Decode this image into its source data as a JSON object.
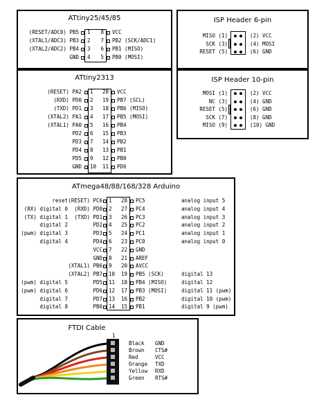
{
  "attiny85": {
    "title": "ATtiny25/45/85",
    "left": [
      {
        "label": "(RESET/ADC0) PB5",
        "num": "1"
      },
      {
        "label": "(XTAL1/ADC3) PB3",
        "num": "2"
      },
      {
        "label": "(XTAL2/ADC2) PB4",
        "num": "3"
      },
      {
        "label": "GND",
        "num": "4"
      }
    ],
    "right": [
      {
        "label": "VCC",
        "num": "8"
      },
      {
        "label": "PB2 (SCK/ADC1)",
        "num": "7"
      },
      {
        "label": "PB1 (MISO)",
        "num": "6"
      },
      {
        "label": "PB0 (MOSI)",
        "num": "5"
      }
    ]
  },
  "isp6": {
    "title": "ISP Header 6-pin",
    "left": [
      {
        "label": "MISO (1)"
      },
      {
        "label": "SCK (3)"
      },
      {
        "label": "RESET (5)"
      }
    ],
    "right": [
      {
        "label": "(2) VCC"
      },
      {
        "label": "(4) MOSI"
      },
      {
        "label": "(6) GND"
      }
    ]
  },
  "attiny2313": {
    "title": "ATtiny2313",
    "left": [
      {
        "label": "(RESET) PA2",
        "num": "1"
      },
      {
        "label": "(RXD) PD0",
        "num": "2"
      },
      {
        "label": "(TXD) PD1",
        "num": "3"
      },
      {
        "label": "(XTAL2) PA1",
        "num": "4"
      },
      {
        "label": "(XTAL1) PA0",
        "num": "5"
      },
      {
        "label": "PD2",
        "num": "6"
      },
      {
        "label": "PD3",
        "num": "7"
      },
      {
        "label": "PD4",
        "num": "8"
      },
      {
        "label": "PD5",
        "num": "9"
      },
      {
        "label": "GND",
        "num": "10"
      }
    ],
    "right": [
      {
        "label": "VCC",
        "num": "20"
      },
      {
        "label": "PB7 (SCL)",
        "num": "19"
      },
      {
        "label": "PB6 (MISO)",
        "num": "18"
      },
      {
        "label": "PB5 (MOSI)",
        "num": "17"
      },
      {
        "label": "PB4",
        "num": "16"
      },
      {
        "label": "PB3",
        "num": "15"
      },
      {
        "label": "PB2",
        "num": "14"
      },
      {
        "label": "PB1",
        "num": "13"
      },
      {
        "label": "PB0",
        "num": "12"
      },
      {
        "label": "PD6",
        "num": "11"
      }
    ]
  },
  "isp10": {
    "title": "ISP Header 10-pin",
    "left": [
      {
        "label": "MOSI (1)"
      },
      {
        "label": "NC (3)"
      },
      {
        "label": "RESET (5)"
      },
      {
        "label": "SCK (7)"
      },
      {
        "label": "MISO (9)"
      }
    ],
    "right": [
      {
        "label": "(2) VCC"
      },
      {
        "label": "(4) GND"
      },
      {
        "label": "(6) GND"
      },
      {
        "label": "(8) GND"
      },
      {
        "label": "(10) GND"
      }
    ]
  },
  "atmega": {
    "title": "ATmega48/88/168/328 Arduino",
    "left": [
      {
        "ard": "reset",
        "label": "(RESET) PC6",
        "num": "1"
      },
      {
        "ard": "(RX) digital 0",
        "label": "(RXD) PD0",
        "num": "2"
      },
      {
        "ard": "(TX) digital 1",
        "label": "(TXD) PD1",
        "num": "3"
      },
      {
        "ard": "digital 2",
        "label": "PD2",
        "num": "4"
      },
      {
        "ard": "(pwm) digital 3",
        "label": "PD3",
        "num": "5"
      },
      {
        "ard": "digital 4",
        "label": "PD4",
        "num": "6"
      },
      {
        "ard": "",
        "label": "VCC",
        "num": "7"
      },
      {
        "ard": "",
        "label": "GND",
        "num": "8"
      },
      {
        "ard": "",
        "label": "(XTAL1) PB6",
        "num": "9"
      },
      {
        "ard": "",
        "label": "(XTAL2) PB7",
        "num": "10"
      },
      {
        "ard": "(pwm) digital 5",
        "label": "PD5",
        "num": "11"
      },
      {
        "ard": "(pwm) digital 6",
        "label": "PD6",
        "num": "12"
      },
      {
        "ard": "digital 7",
        "label": "PD7",
        "num": "13"
      },
      {
        "ard": "digital 8",
        "label": "PB0",
        "num": "14"
      }
    ],
    "right": [
      {
        "label": "PC5",
        "num": "28",
        "ard": "analog input 5"
      },
      {
        "label": "PC4",
        "num": "27",
        "ard": "analog input 4"
      },
      {
        "label": "PC3",
        "num": "26",
        "ard": "analog input 3"
      },
      {
        "label": "PC2",
        "num": "25",
        "ard": "analog input 2"
      },
      {
        "label": "PC1",
        "num": "24",
        "ard": "analog input 1"
      },
      {
        "label": "PC0",
        "num": "23",
        "ard": "analog input 0"
      },
      {
        "label": "GND",
        "num": "22",
        "ard": ""
      },
      {
        "label": "AREF",
        "num": "21",
        "ard": ""
      },
      {
        "label": "AVCC",
        "num": "20",
        "ard": ""
      },
      {
        "label": "PB5 (SCK)",
        "num": "19",
        "ard": "digital 13"
      },
      {
        "label": "PB4 (MISO)",
        "num": "18",
        "ard": "digital 12"
      },
      {
        "label": "PB3 (MOSI)",
        "num": "17",
        "ard": "digital 11 (pwm)"
      },
      {
        "label": "PB2",
        "num": "16",
        "ard": "digital 10 (pwm)"
      },
      {
        "label": "PB1",
        "num": "15",
        "ard": "digital 9 (pwm)"
      }
    ]
  },
  "ftdi": {
    "title": "FTDI Cable",
    "pin1": "1",
    "wires": [
      {
        "color": "Black",
        "signal": "GND",
        "hex": "#000000"
      },
      {
        "color": "Brown",
        "signal": "CTS#",
        "hex": "#7a4a1e"
      },
      {
        "color": "Red",
        "signal": "VCC",
        "hex": "#e02020"
      },
      {
        "color": "Orange",
        "signal": "TXD",
        "hex": "#f08a1a"
      },
      {
        "color": "Yellow",
        "signal": "RXD",
        "hex": "#f2d21a"
      },
      {
        "color": "Green",
        "signal": "RTS#",
        "hex": "#2a9a2a"
      }
    ]
  }
}
